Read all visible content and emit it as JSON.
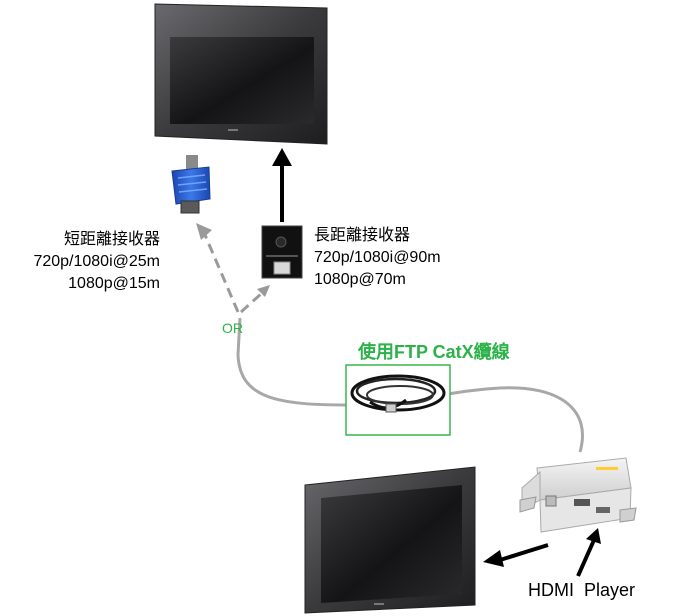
{
  "short_receiver": {
    "title": "短距離接收器",
    "spec1": "720p/1080i@25m",
    "spec2": "1080p@15m"
  },
  "long_receiver": {
    "title": "長距離接收器",
    "spec1": "720p/1080i@90m",
    "spec2": "1080p@70m"
  },
  "or_label": "OR",
  "cable_label": "使用FTP CatX纜線",
  "source_label": "HDMI  Player",
  "colors": {
    "accent_green": "#2db24a",
    "cable_gray": "#a8a8a8",
    "tv_bezel": "#3a3a3c",
    "receiver_blue": "#2a5fd0"
  }
}
